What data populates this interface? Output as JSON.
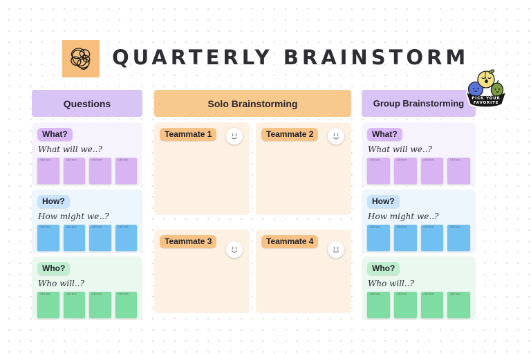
{
  "title": "QUARTERLY BRAINSTORM",
  "columns": {
    "questions": {
      "header": "Questions"
    },
    "solo": {
      "header": "Solo Brainstorming",
      "panels": [
        {
          "label": "Teammate 1"
        },
        {
          "label": "Teammate 2"
        },
        {
          "label": "Teammate 3"
        },
        {
          "label": "Teammate 4"
        }
      ]
    },
    "group": {
      "header": "Group Brainstorming"
    }
  },
  "question_sections": {
    "what": {
      "tag": "What?",
      "prompt": "What will we..?"
    },
    "how": {
      "tag": "How?",
      "prompt": "How might we..?"
    },
    "who": {
      "tag": "Who?",
      "prompt": "Who will..?"
    }
  },
  "sticky_placeholder": "Add text",
  "sticker": {
    "line1": "PICK YOUR",
    "line2": "FAVORITE"
  },
  "icons": {
    "title_icon": "scribble-doodle",
    "panel_icon": "smiley-face",
    "sticker_icon": "fruit-bowl"
  },
  "colors": {
    "dot-grid": "#dcdcdc",
    "icon-orange": "#f6bf7d",
    "header-purple": "#d9c4f6",
    "header-orange": "#f8c98c",
    "tag-purple": "#d9b8f6",
    "tag-blue": "#c8e3fa",
    "tag-green": "#bfedcd",
    "tag-orange": "#f6c285",
    "section-purple-bg": "#f7f3fc",
    "section-blue-bg": "#eef6fd",
    "section-green-bg": "#eaf8f0",
    "panel-cream-bg": "#fcf1e3",
    "sticky-purple": "#d8b4f3",
    "sticky-blue": "#72bff2",
    "sticky-green": "#7fdca2"
  }
}
